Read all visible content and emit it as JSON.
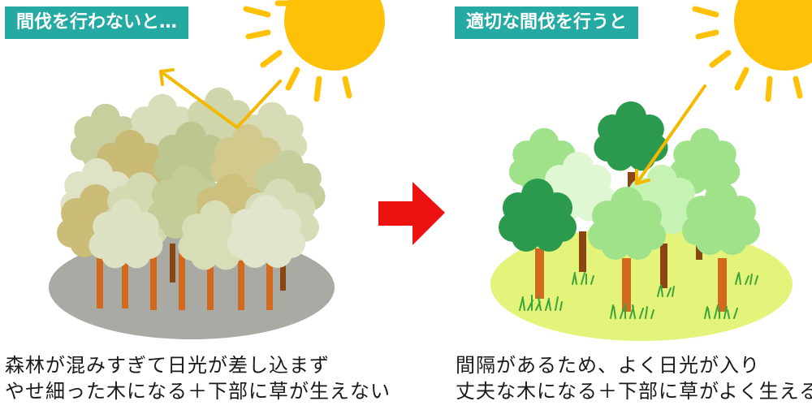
{
  "left_panel": {
    "label": "間伐を行わないと…",
    "caption_line1": "森林が混みすぎて日光が差し込まず",
    "caption_line2": "やせ細った木になる＋下部に草が生えない"
  },
  "right_panel": {
    "label": "適切な間伐を行うと",
    "caption_line1": "間隔があるため、よく日光が入り",
    "caption_line2": "丈夫な木になる＋下部に草がよく生える"
  },
  "colors": {
    "label_bg": "#24aaa2",
    "sun": "#ffc107",
    "sun_ray": "#ffc107",
    "light_arrow": "#f5b800",
    "transition_arrow": "#ee1111",
    "ground_dense": "#a8aaa3",
    "ground_thinned": "#e4f37a",
    "trunk": "#d2691e",
    "dense_foliage": [
      "#cdd3a3",
      "#d7dbb6",
      "#c9bb75",
      "#b9c594",
      "#dde3c2"
    ],
    "thin_foliage": [
      "#2b9a4e",
      "#9fe28a",
      "#c6f2b4",
      "#dff7d3"
    ],
    "grass": "#3aa63a"
  },
  "icons": {
    "sun": "sun-icon",
    "transition": "arrow-right-icon"
  }
}
